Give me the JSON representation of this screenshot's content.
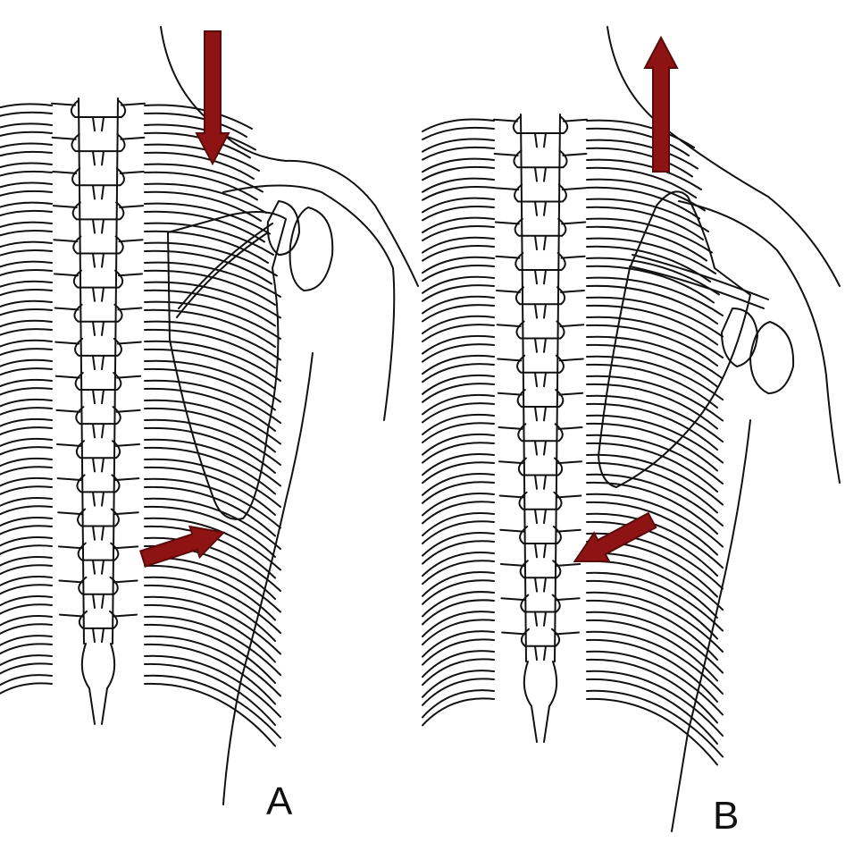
{
  "panels": [
    {
      "label": "A",
      "scapula_motion": "depression-upward-rotation"
    },
    {
      "label": "B",
      "scapula_motion": "elevation-downward-rotation"
    }
  ],
  "colors": {
    "arrow_fill": "#8e1414",
    "arrow_stroke": "#5a0a0a",
    "line": "#111111",
    "background": "#ffffff"
  },
  "icons": [
    "arrow-down-icon",
    "arrow-right-icon",
    "arrow-up-icon",
    "arrow-left-icon"
  ]
}
